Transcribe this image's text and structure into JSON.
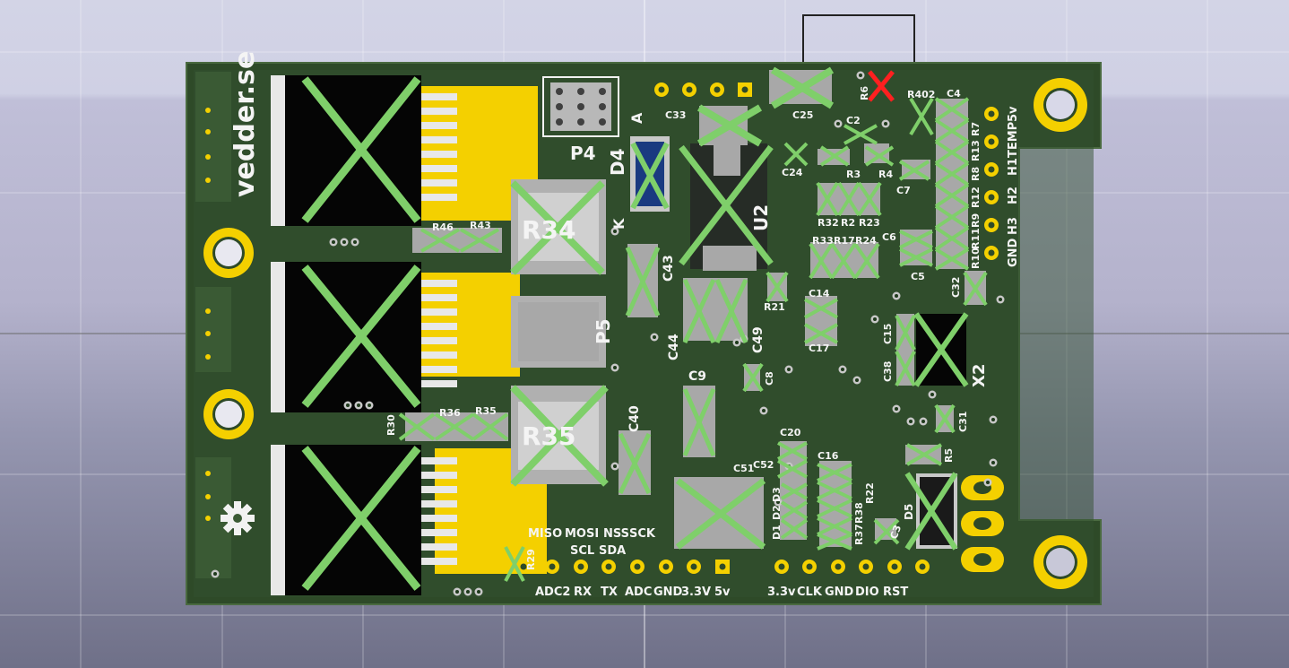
{
  "board": {
    "logo_text": "vedder.se",
    "icon": "gear-icon",
    "colors": {
      "pcb": "#2e4a28",
      "pcb_edge": "#3b5a33",
      "copper": "#f4d000",
      "silk": "#f2f2f2",
      "not_placed": "#7fcf6a",
      "error_marker": "#ff2020",
      "pad_gray": "#a0a0a0",
      "ic_black": "#050505"
    }
  },
  "components": {
    "p4": "P4",
    "p5": "P5",
    "d4": "D4",
    "d5": "D5",
    "u2": "U2",
    "x2": "X2",
    "a_mark": "A",
    "k_mark": "K",
    "r34": "R34",
    "r35_big": "R35",
    "c33": "C33",
    "c25": "C25",
    "c24": "C24",
    "c2": "C2",
    "r3": "R3",
    "r4": "R4",
    "r6": "R6",
    "r402": "R402",
    "c4": "C4",
    "c7": "C7",
    "c6": "C6",
    "c5": "C5",
    "c32": "C32",
    "r32": "R32",
    "r2": "R2",
    "r23": "R23",
    "r33": "R33",
    "r17": "R17",
    "r24": "R24",
    "r7": "R7",
    "r13": "R13",
    "r8": "R8",
    "r12": "R12",
    "r9": "R9",
    "r11": "R11",
    "r10": "R10",
    "r46": "R46",
    "r43": "R43",
    "r30": "R30",
    "r36": "R36",
    "r35": "R35",
    "c43": "C43",
    "c44": "C44",
    "c49": "C49",
    "r21": "R21",
    "c14": "C14",
    "c17": "C17",
    "c15": "C15",
    "c38": "C38",
    "c9": "C9",
    "c8": "C8",
    "c40": "C40",
    "c31": "C31",
    "c20": "C20",
    "c52": "C52",
    "c51": "C51",
    "c16": "C16",
    "d3": "D3",
    "d2": "D2",
    "d1": "D1",
    "r22": "R22",
    "r38": "R38",
    "r37": "R37",
    "c3": "C3",
    "r5": "R5",
    "r29": "R29"
  },
  "headers": {
    "hall": [
      "5v",
      "TEMP",
      "H1",
      "H2",
      "H3",
      "GND"
    ],
    "comm_top": [
      "MISO",
      "MOSI",
      "NSS",
      "SCK"
    ],
    "comm_mid": [
      "SCL",
      "SDA"
    ],
    "comm_bottom": [
      "ADC2",
      "RX",
      "TX",
      "ADC",
      "GND",
      "3.3V",
      "5v"
    ],
    "swd": [
      "3.3v",
      "CLK",
      "GND",
      "DIO",
      "RST"
    ]
  }
}
